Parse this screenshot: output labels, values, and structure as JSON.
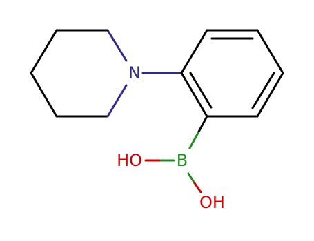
{
  "molecule": {
    "atoms": [
      {
        "id": "N1",
        "label": "N",
        "color": "#2f2a8f"
      },
      {
        "id": "B1",
        "label": "B",
        "color": "#1e8c1e"
      },
      {
        "id": "O1",
        "label": "HO",
        "color": "#d00000"
      },
      {
        "id": "O2",
        "label": "OH",
        "color": "#d00000"
      }
    ],
    "colors": {
      "bond": "#000000",
      "nitrogen": "#2f2a8f",
      "boron": "#1e8c1e",
      "oxygen": "#d00000",
      "background": "#ffffff"
    }
  }
}
